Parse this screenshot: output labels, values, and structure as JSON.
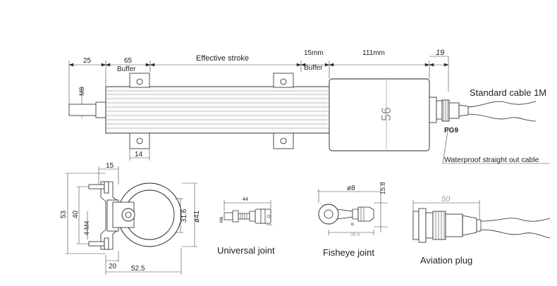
{
  "top_view": {
    "dim_left": "25",
    "dim_buffer1": "65",
    "buffer1_label": "Buffer",
    "effective_stroke": "Effective stroke",
    "dim_buffer2": "15mm",
    "buffer2_label": "Buffer",
    "dim_body": "111mm",
    "dim_gland": "19",
    "thread": "M8",
    "body_diameter": "56",
    "dim_bracket": "14",
    "gland_label": "PG9",
    "cable_label": "Standard cable 1M",
    "waterproof_label": "Waterproof straight out cable"
  },
  "end_view": {
    "dim_15": "15",
    "dim_53": "53",
    "dim_40": "40",
    "dim_m4": "4-M4",
    "dim_31_6": "31.6",
    "dim_41": "ø41",
    "dim_20": "20",
    "dim_52_5": "52.5"
  },
  "universal_joint": {
    "dim_44": "44",
    "dim_m6": "M6",
    "caption": "Universal joint"
  },
  "fisheye_joint": {
    "dim_8": "ø8",
    "dim_15_8": "15.8",
    "dim_36_5": "36.5",
    "caption": "Fisheye joint"
  },
  "aviation_plug": {
    "dim_50": "50",
    "caption": "Aviation plug"
  }
}
